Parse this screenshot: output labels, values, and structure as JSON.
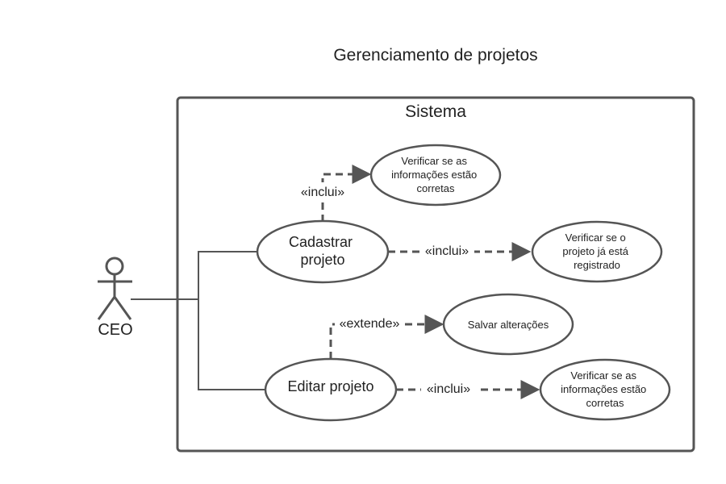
{
  "title": "Gerenciamento de projetos",
  "system": {
    "label": "Sistema"
  },
  "actor": {
    "label": "CEO"
  },
  "use_cases": {
    "cadastrar": [
      "Cadastrar",
      "projeto"
    ],
    "editar": [
      "Editar projeto"
    ],
    "verificar_info_1": [
      "Verificar se as",
      "informações estão",
      "corretas"
    ],
    "verificar_registrado": [
      "Verificar se o",
      "projeto já está",
      "registrado"
    ],
    "salvar": [
      "Salvar alterações"
    ],
    "verificar_info_2": [
      "Verificar se as",
      "informações estão",
      "corretas"
    ]
  },
  "relations": {
    "incl_top": "«inclui»",
    "incl_mid": "«inclui»",
    "ext": "«extende»",
    "incl_bottom": "«inclui»"
  },
  "colors": {
    "stroke": "#555555",
    "text": "#222222",
    "background": "#ffffff"
  }
}
